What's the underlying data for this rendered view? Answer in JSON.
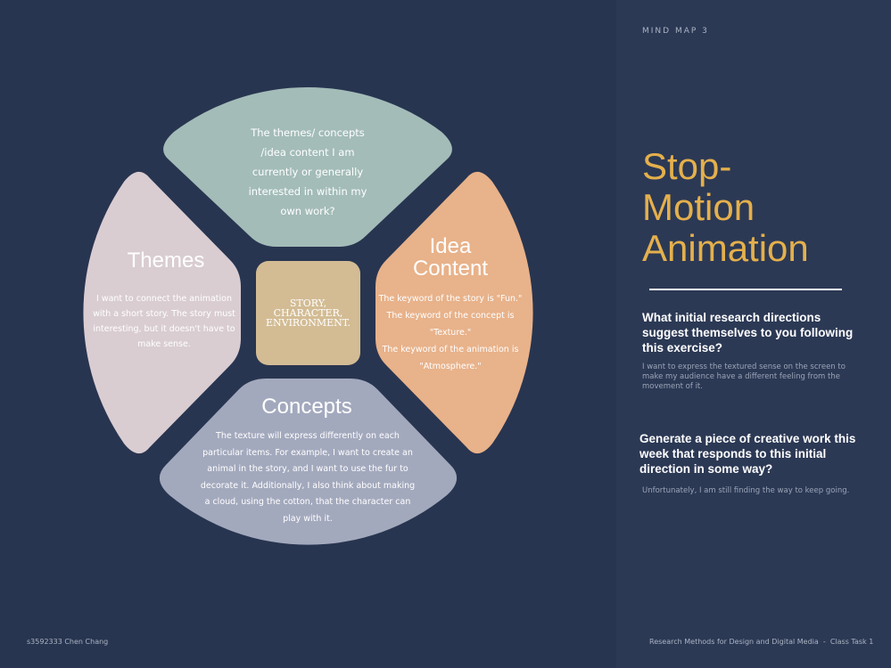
{
  "page": {
    "eyebrow": "MIND MAP 3",
    "title": "Stop-\nMotion\nAnimation",
    "footer_left": "s3592333 Chen Chang",
    "footer_right": "Research Methods for Design and Digital Media  -  Class Task 1"
  },
  "questions": [
    {
      "question": "What initial research directions suggest themselves to you following this exercise?",
      "answer": "I want to express the textured sense on the screen to make my audience have a different feeling from the movement of it."
    },
    {
      "question": "Generate a piece of creative work this week that responds to this initial direction in some way?",
      "answer": "Unfortunately, I am still finding the way to keep going."
    }
  ],
  "diagram": {
    "top": {
      "text": "The themes/ concepts /idea content I am currently or generally interested in within my own work?",
      "color": "#a3bcb8"
    },
    "left": {
      "title": "Themes",
      "text": "I want to connect the animation with a short story. The story must interesting, but it doesn't have to make sense.",
      "color": "#d9cdd2"
    },
    "right": {
      "title": "Idea\nContent",
      "text": "The keyword of the story is \"Fun.\"\nThe keyword of the concept is \"Texture.\"\nThe keyword of the animation is \"Atmosphere.\"",
      "color": "#e8b28a"
    },
    "bottom": {
      "title": "Concepts",
      "text": "The texture will express differently on each particular items. For example, I want to create an animal in the story, and I want to use the fur to decorate it. Additionally, I also think about making a cloud, using the cotton, that the character can play with it.",
      "color": "#a3a9bd"
    },
    "center": {
      "label": "STORY,\nCHARACTER,\nENVIRONMENT.",
      "color": "#d3bc94"
    }
  },
  "colors": {
    "background": "#283550",
    "panel": "#2c3955",
    "accent": "#e4b04c"
  }
}
